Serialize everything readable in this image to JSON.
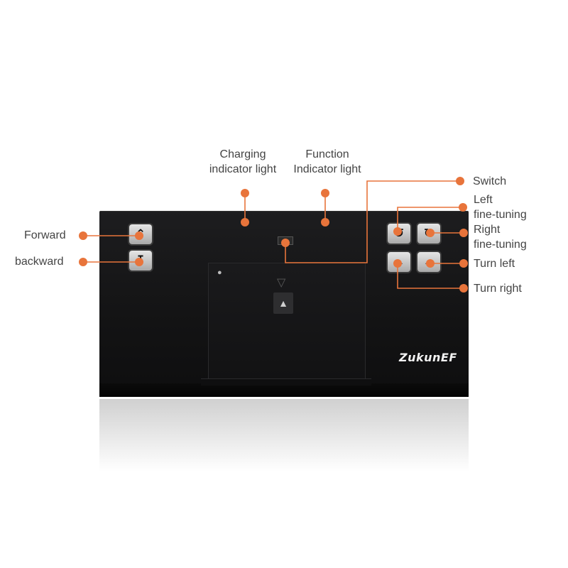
{
  "callouts": {
    "charging": [
      "Charging",
      "indicator light"
    ],
    "function": [
      "Function",
      "Indicator light"
    ],
    "switch": "Switch",
    "left_fine_tuning": [
      "Left",
      "fine-tuning"
    ],
    "right_fine_tuning": [
      "Right",
      "fine-tuning"
    ],
    "turn_left": "Turn left",
    "turn_right": "Turn right",
    "forward": "Forward",
    "backward": "backward"
  },
  "brand": "ZukunEF",
  "icons": {
    "forward": "up-arrow-icon",
    "backward": "down-arrow-icon",
    "left_fine": "rotate-left-icon",
    "right_fine": "rotate-right-icon",
    "turn_left": "left-arrow-icon",
    "turn_right": "right-arrow-icon"
  },
  "colors": {
    "accent": "#E8743B",
    "device": "#141415",
    "button": "#C8C8C8",
    "text": "#444444"
  }
}
